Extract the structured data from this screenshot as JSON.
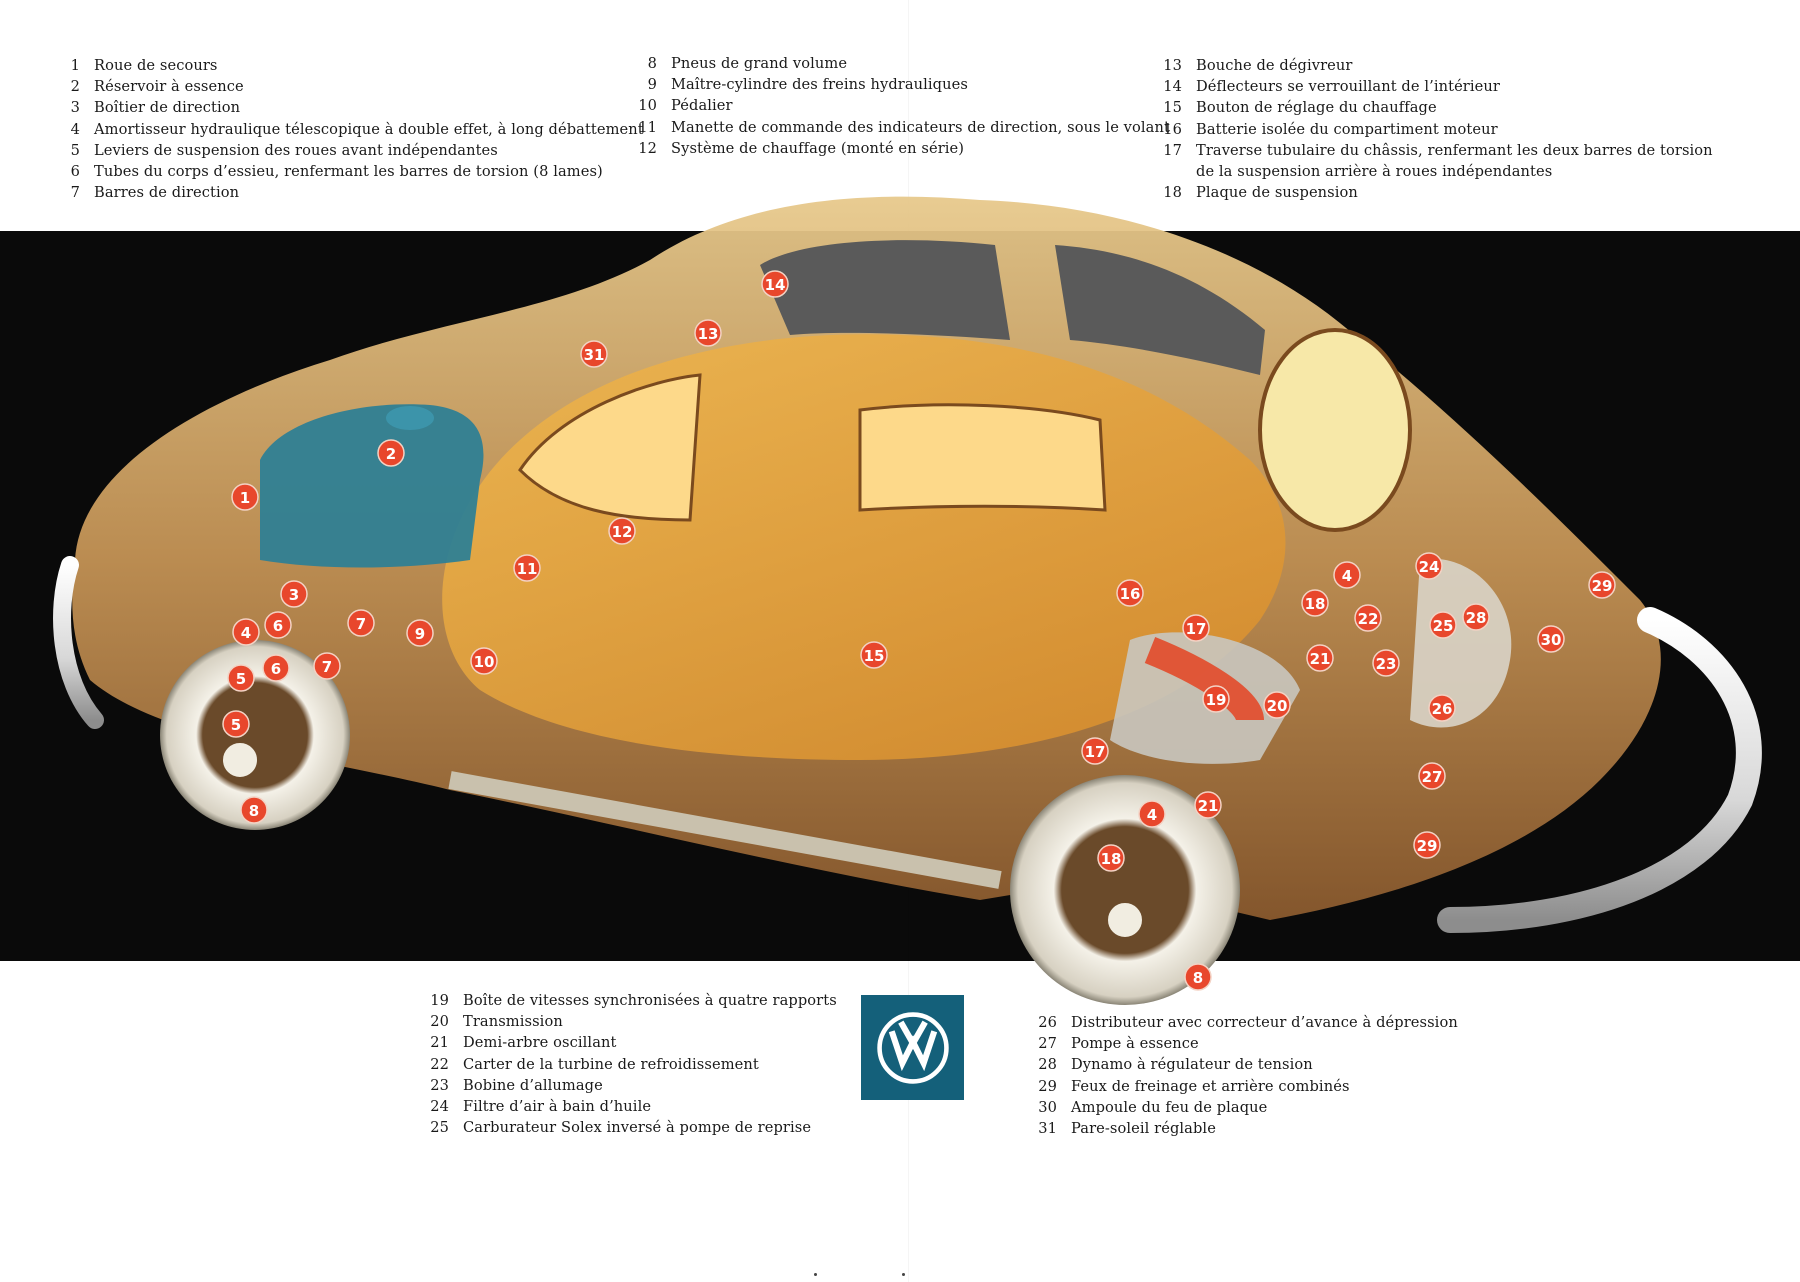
{
  "legend": {
    "top_left": [
      {
        "n": "1",
        "text": "Roue de secours"
      },
      {
        "n": "2",
        "text": "Réservoir à essence"
      },
      {
        "n": "3",
        "text": "Boîtier de direction"
      },
      {
        "n": "4",
        "text": "Amortisseur hydraulique télescopique à double effet, à long débattement"
      },
      {
        "n": "5",
        "text": "Leviers de suspension des roues avant indépendantes"
      },
      {
        "n": "6",
        "text": "Tubes du corps d’essieu, renfermant les barres de torsion (8 lames)"
      },
      {
        "n": "7",
        "text": "Barres de direction"
      }
    ],
    "top_mid": [
      {
        "n": "8",
        "text": "Pneus de grand volume"
      },
      {
        "n": "9",
        "text": "Maître-cylindre des freins hydrauliques"
      },
      {
        "n": "10",
        "text": "Pédalier"
      },
      {
        "n": "11",
        "text": "Manette de commande des indicateurs de direction, sous le volant"
      },
      {
        "n": "12",
        "text": "Système de chauffage (monté en série)"
      }
    ],
    "top_right": [
      {
        "n": "13",
        "text": "Bouche de dégivreur"
      },
      {
        "n": "14",
        "text": "Déflecteurs se verrouillant de l’intérieur"
      },
      {
        "n": "15",
        "text": "Bouton de réglage du chauffage"
      },
      {
        "n": "16",
        "text": "Batterie isolée du compartiment moteur"
      },
      {
        "n": "17",
        "text": "Traverse tubulaire du châssis, renfermant les deux barres de torsion"
      },
      {
        "n": "",
        "text": "de la suspension arrière à roues indépendantes"
      },
      {
        "n": "18",
        "text": "Plaque de suspension"
      }
    ],
    "bottom_left": [
      {
        "n": "19",
        "text": "Boîte de vitesses synchronisées à quatre rapports"
      },
      {
        "n": "20",
        "text": "Transmission"
      },
      {
        "n": "21",
        "text": "Demi-arbre oscillant"
      },
      {
        "n": "22",
        "text": "Carter de la turbine de refroidissement"
      },
      {
        "n": "23",
        "text": "Bobine d’allumage"
      },
      {
        "n": "24",
        "text": "Filtre d’air à bain d’huile"
      },
      {
        "n": "25",
        "text": "Carburateur Solex inversé à pompe de reprise"
      }
    ],
    "bottom_right": [
      {
        "n": "26",
        "text": "Distributeur avec correcteur d’avance à dépression"
      },
      {
        "n": "27",
        "text": "Pompe à essence"
      },
      {
        "n": "28",
        "text": "Dynamo à régulateur de tension"
      },
      {
        "n": "29",
        "text": "Feux de freinage et arrière combinés"
      },
      {
        "n": "30",
        "text": "Ampoule du feu de plaque"
      },
      {
        "n": "31",
        "text": "Pare-soleil réglable"
      }
    ]
  },
  "callouts": [
    "1",
    "2",
    "3",
    "4",
    "5",
    "6",
    "7",
    "8",
    "9",
    "10",
    "11",
    "12",
    "13",
    "14",
    "15",
    "16",
    "17",
    "18",
    "19",
    "20",
    "21",
    "22",
    "23",
    "24",
    "25",
    "26",
    "27",
    "28",
    "29",
    "30",
    "31"
  ],
  "colors": {
    "band": "#0a0a0a",
    "callout": "#e8472c",
    "badge": "#14607a",
    "body_tan": "#c9a05a",
    "interior": "#e0a23c",
    "tank": "#2f7f93",
    "tires": "#f2efe6"
  },
  "icons": {
    "brand": "vw-logo-icon"
  }
}
